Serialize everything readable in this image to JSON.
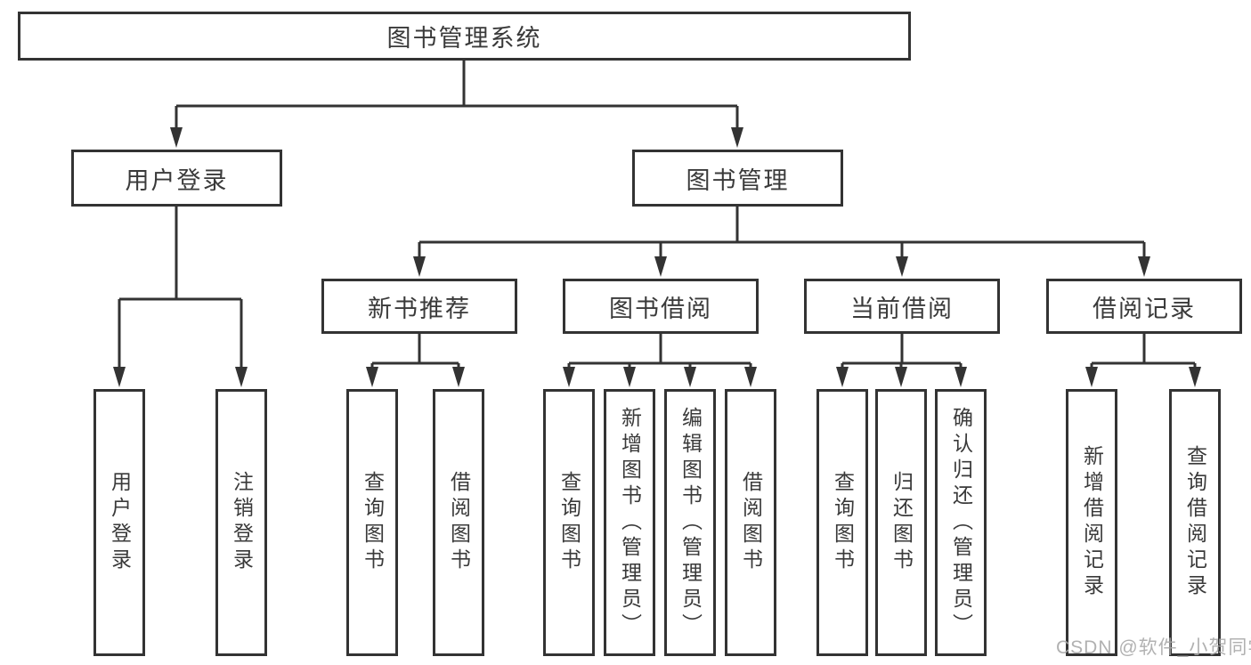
{
  "theme": {
    "line": "#333333",
    "text": "#3a3a3a",
    "box-bg": "#ffffff",
    "watermark": "#a9a9a9",
    "background": "#ffffff"
  },
  "tree": {
    "root": {
      "label": "图书管理系统",
      "children": [
        {
          "label": "用户登录",
          "children": [
            {
              "label": "用户登录"
            },
            {
              "label": "注销登录"
            }
          ]
        },
        {
          "label": "图书管理",
          "children": [
            {
              "label": "新书推荐",
              "children": [
                {
                  "label": "查询图书"
                },
                {
                  "label": "借阅图书"
                }
              ]
            },
            {
              "label": "图书借阅",
              "children": [
                {
                  "label": "查询图书"
                },
                {
                  "label": "新增图书（管理员）"
                },
                {
                  "label": "编辑图书（管理员）"
                },
                {
                  "label": "借阅图书"
                }
              ]
            },
            {
              "label": "当前借阅",
              "children": [
                {
                  "label": "查询图书"
                },
                {
                  "label": "归还图书"
                },
                {
                  "label": "确认归还（管理员）"
                }
              ]
            },
            {
              "label": "借阅记录",
              "children": [
                {
                  "label": "新增借阅记录"
                },
                {
                  "label": "查询借阅记录"
                }
              ]
            }
          ]
        }
      ]
    }
  },
  "watermark": "CSDN @软件_小贺同学"
}
